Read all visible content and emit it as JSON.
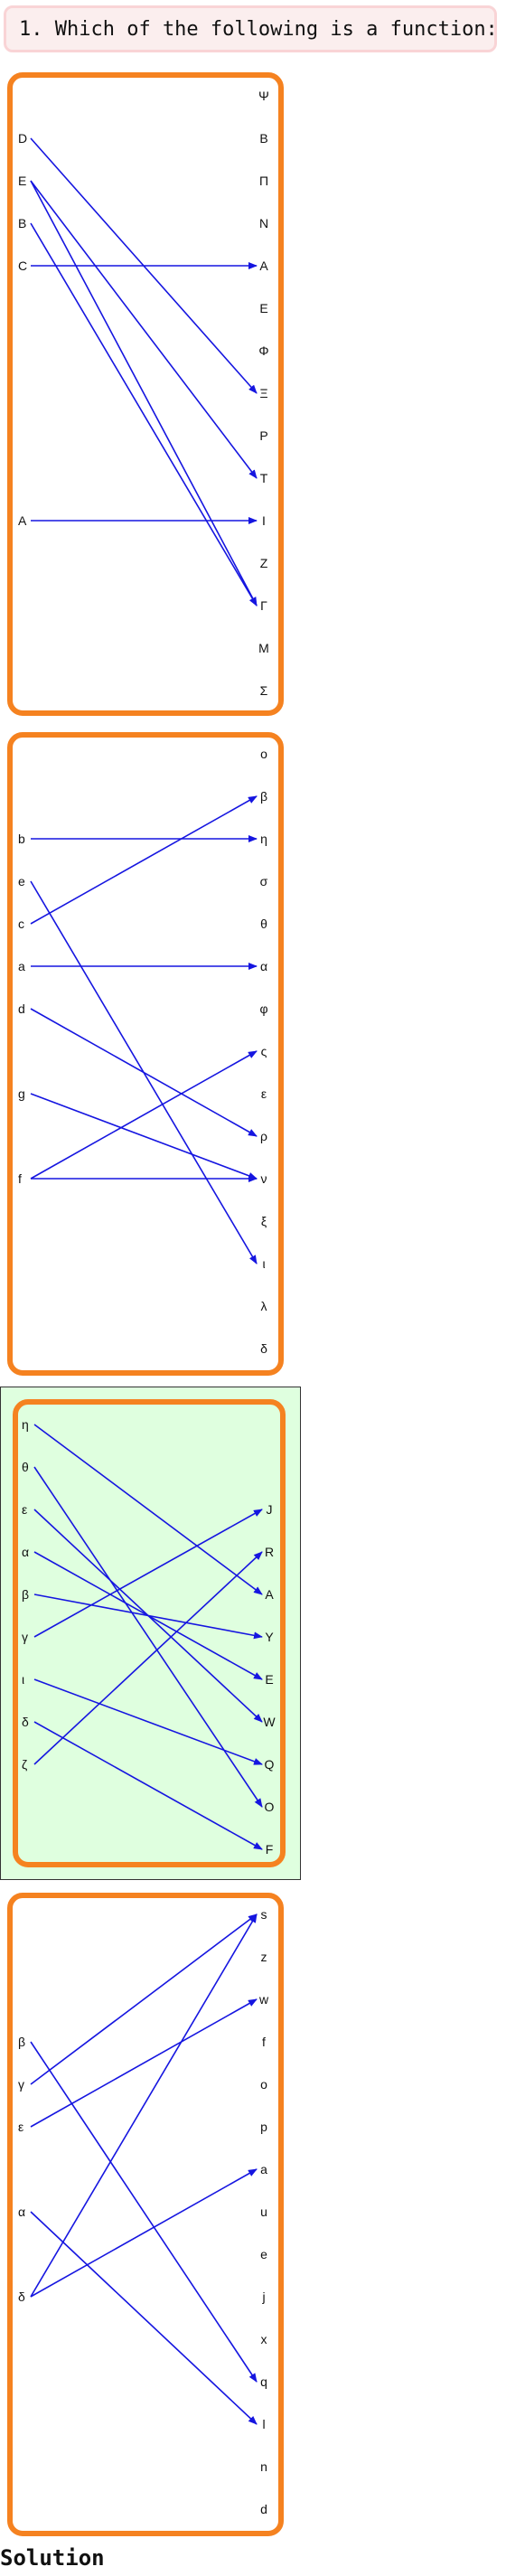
{
  "question": "1. Which of the following is a function:",
  "solution_label": "Solution",
  "colors": {
    "card_border": "#f58220",
    "selected_bg": "#dfffdf",
    "arrow": "#1515e0"
  },
  "panels": [
    {
      "selected": false,
      "left": [
        "D",
        "E",
        "B",
        "C",
        "A"
      ],
      "right": [
        "Ψ",
        "B",
        "Π",
        "N",
        "A",
        "E",
        "Φ",
        "Ξ",
        "P",
        "T",
        "I",
        "Z",
        "Γ",
        "M",
        "Σ"
      ],
      "mappings": [
        [
          "D",
          "Ξ"
        ],
        [
          "E",
          "T"
        ],
        [
          "E",
          "Γ"
        ],
        [
          "B",
          "Γ"
        ],
        [
          "C",
          "A"
        ],
        [
          "A",
          "I"
        ]
      ]
    },
    {
      "selected": false,
      "left": [
        "b",
        "e",
        "c",
        "a",
        "d",
        "g",
        "f"
      ],
      "right": [
        "ο",
        "β",
        "η",
        "σ",
        "θ",
        "α",
        "φ",
        "ς",
        "ε",
        "ρ",
        "ν",
        "ξ",
        "ι",
        "λ",
        "δ"
      ],
      "mappings": [
        [
          "b",
          "η"
        ],
        [
          "e",
          "ι"
        ],
        [
          "c",
          "β"
        ],
        [
          "a",
          "α"
        ],
        [
          "d",
          "ρ"
        ],
        [
          "g",
          "ν"
        ],
        [
          "f",
          "ς"
        ],
        [
          "f",
          "ν"
        ]
      ]
    },
    {
      "selected": true,
      "left": [
        "η",
        "θ",
        "ε",
        "α",
        "β",
        "γ",
        "ι",
        "δ",
        "ζ"
      ],
      "right": [
        "J",
        "R",
        "A",
        "Y",
        "E",
        "W",
        "Q",
        "O",
        "F"
      ],
      "mappings": [
        [
          "η",
          "A"
        ],
        [
          "θ",
          "O"
        ],
        [
          "ε",
          "W"
        ],
        [
          "α",
          "E"
        ],
        [
          "β",
          "Y"
        ],
        [
          "γ",
          "J"
        ],
        [
          "ι",
          "Q"
        ],
        [
          "δ",
          "F"
        ],
        [
          "ζ",
          "R"
        ]
      ]
    },
    {
      "selected": false,
      "left": [
        "β",
        "γ",
        "ε",
        "α",
        "δ"
      ],
      "right": [
        "s",
        "z",
        "w",
        "f",
        "o",
        "p",
        "a",
        "u",
        "e",
        "j",
        "x",
        "q",
        "l",
        "n",
        "d"
      ],
      "mappings": [
        [
          "β",
          "q"
        ],
        [
          "γ",
          "s"
        ],
        [
          "ε",
          "w"
        ],
        [
          "α",
          "l"
        ],
        [
          "δ",
          "s"
        ],
        [
          "δ",
          "a"
        ]
      ]
    }
  ]
}
